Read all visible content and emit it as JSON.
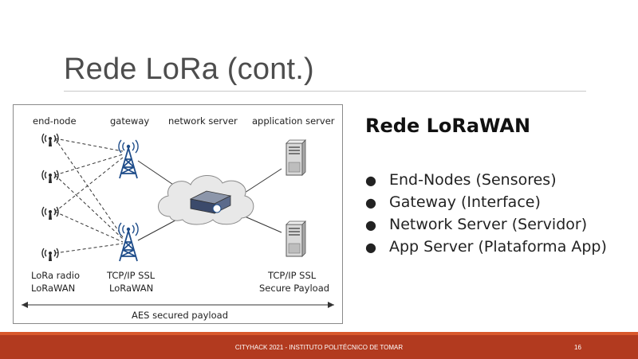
{
  "slide": {
    "title": "Rede LoRa (cont.)",
    "subtitle": "Rede LoRaWAN",
    "bullets": [
      "End-Nodes (Sensores)",
      "Gateway (Interface)",
      "Network Server (Servidor)",
      "App Server (Plataforma App)"
    ],
    "bullet_marker": "●"
  },
  "diagram": {
    "col_headers": {
      "end_node": "end-node",
      "gateway": "gateway",
      "network_server": "network server",
      "application_server": "application server"
    },
    "bottom_labels": {
      "end_node_line1": "LoRa radio",
      "end_node_line2": "LoRaWAN",
      "gateway_line1": "TCP/IP SSL",
      "gateway_line2": "LoRaWAN",
      "app_line1": "TCP/IP SSL",
      "app_line2": "Secure Payload"
    },
    "payload_label": "AES secured payload",
    "icons": [
      "antenna-icon",
      "tower-icon",
      "cloud-icon",
      "server-icon"
    ]
  },
  "footer": {
    "text": "CITYHACK 2021 - INSTITUTO POLITÉCNICO DE TOMAR",
    "page_number": "16",
    "bar_color": "#b23a1f",
    "accent_color": "#d9582c"
  }
}
